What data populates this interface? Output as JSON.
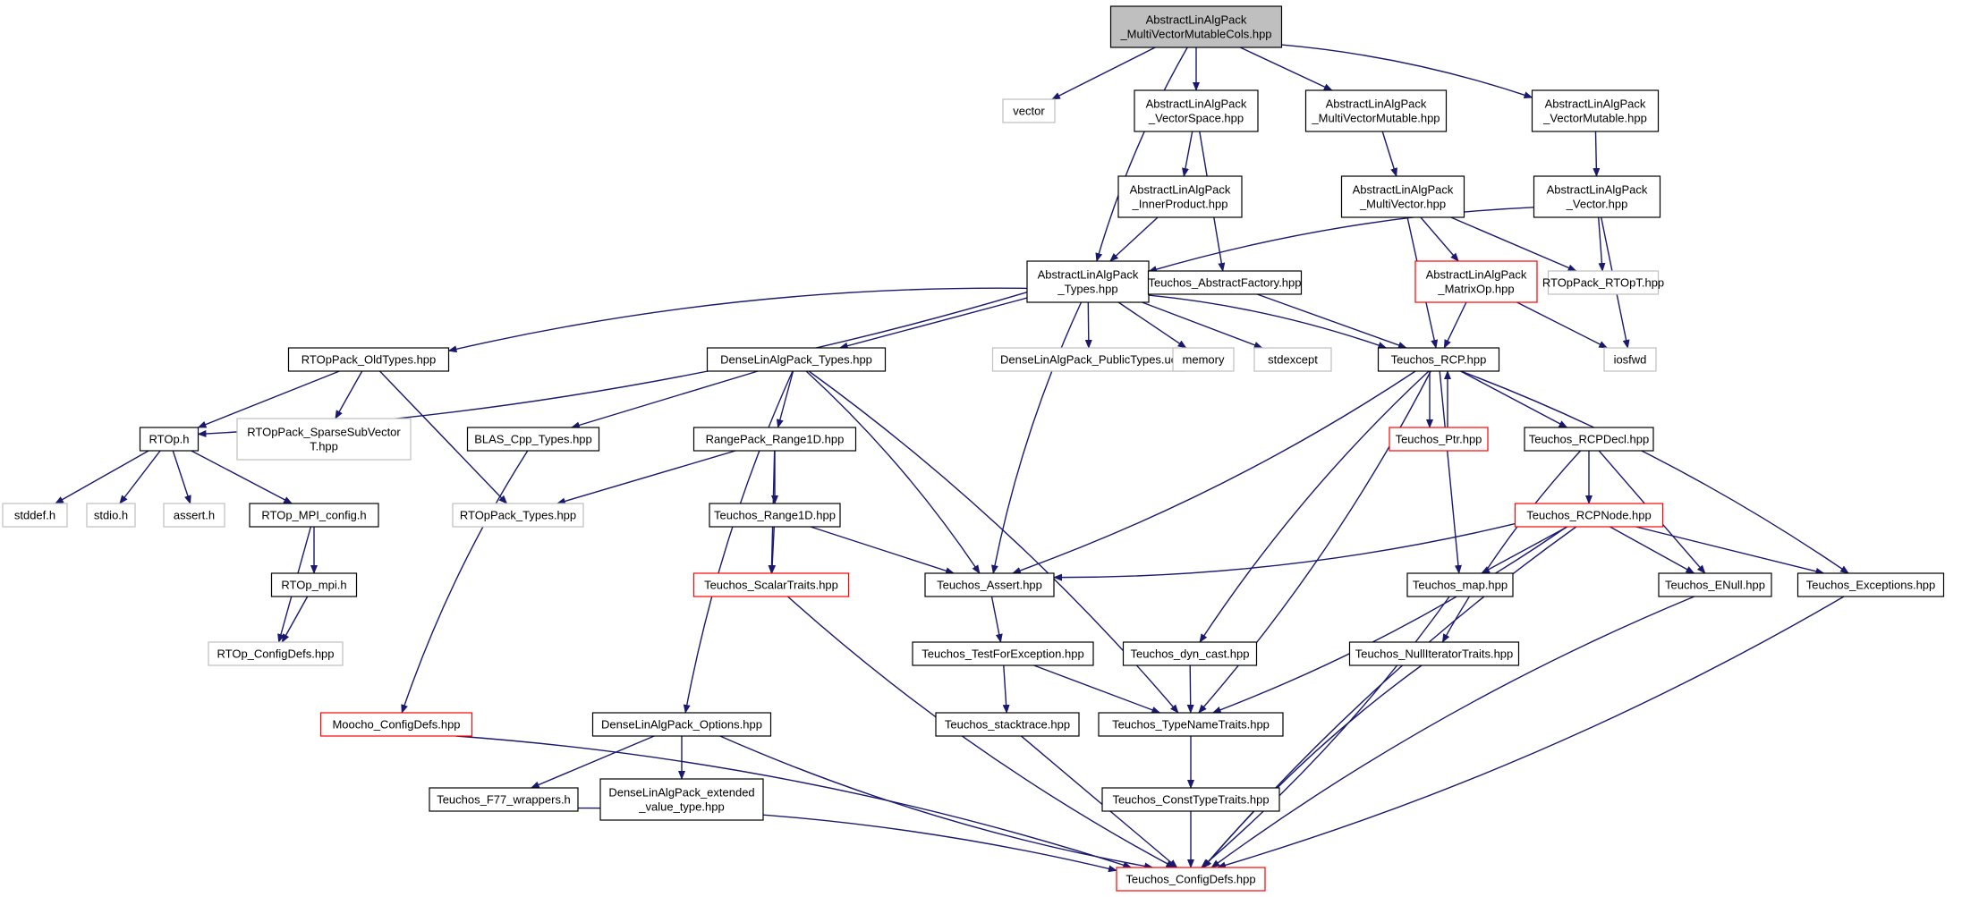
{
  "colors": {
    "edge": "#191970",
    "border_normal": "#000000",
    "border_external": "#bfbfbf",
    "border_truncated": "#ff0000",
    "fill_root": "#bfbfbf",
    "fill_normal": "#ffffff"
  },
  "nodes": [
    {
      "id": "root",
      "lines": [
        "AbstractLinAlgPack",
        "_MultiVectorMutableCols.hpp"
      ],
      "style": "root"
    },
    {
      "id": "vector",
      "lines": [
        "vector"
      ],
      "style": "external"
    },
    {
      "id": "vs",
      "lines": [
        "AbstractLinAlgPack",
        "_VectorSpace.hpp"
      ],
      "style": "normal"
    },
    {
      "id": "mvm",
      "lines": [
        "AbstractLinAlgPack",
        "_MultiVectorMutable.hpp"
      ],
      "style": "normal"
    },
    {
      "id": "vm",
      "lines": [
        "AbstractLinAlgPack",
        "_VectorMutable.hpp"
      ],
      "style": "normal"
    },
    {
      "id": "ip",
      "lines": [
        "AbstractLinAlgPack",
        "_InnerProduct.hpp"
      ],
      "style": "normal"
    },
    {
      "id": "mv",
      "lines": [
        "AbstractLinAlgPack",
        "_MultiVector.hpp"
      ],
      "style": "normal"
    },
    {
      "id": "vec",
      "lines": [
        "AbstractLinAlgPack",
        "_Vector.hpp"
      ],
      "style": "normal"
    },
    {
      "id": "types",
      "lines": [
        "AbstractLinAlgPack",
        "_Types.hpp"
      ],
      "style": "normal"
    },
    {
      "id": "af",
      "lines": [
        "Teuchos_AbstractFactory.hpp"
      ],
      "style": "normal"
    },
    {
      "id": "mop",
      "lines": [
        "AbstractLinAlgPack",
        "_MatrixOp.hpp"
      ],
      "style": "truncated"
    },
    {
      "id": "rtopt",
      "lines": [
        "RTOpPack_RTOpT.hpp"
      ],
      "style": "external"
    },
    {
      "id": "oldtypes",
      "lines": [
        "RTOpPack_OldTypes.hpp"
      ],
      "style": "normal"
    },
    {
      "id": "dlatypes",
      "lines": [
        "DenseLinAlgPack_Types.hpp"
      ],
      "style": "normal"
    },
    {
      "id": "pubtypes",
      "lines": [
        "DenseLinAlgPack_PublicTypes.ud"
      ],
      "style": "external"
    },
    {
      "id": "memory",
      "lines": [
        "memory"
      ],
      "style": "external"
    },
    {
      "id": "stdexcept",
      "lines": [
        "stdexcept"
      ],
      "style": "external"
    },
    {
      "id": "rcp",
      "lines": [
        "Teuchos_RCP.hpp"
      ],
      "style": "normal"
    },
    {
      "id": "iosfwd",
      "lines": [
        "iosfwd"
      ],
      "style": "external"
    },
    {
      "id": "rtoph",
      "lines": [
        "RTOp.h"
      ],
      "style": "normal"
    },
    {
      "id": "ssv",
      "lines": [
        "RTOpPack_SparseSubVector",
        "T.hpp"
      ],
      "style": "external"
    },
    {
      "id": "blas",
      "lines": [
        "BLAS_Cpp_Types.hpp"
      ],
      "style": "normal"
    },
    {
      "id": "range",
      "lines": [
        "RangePack_Range1D.hpp"
      ],
      "style": "normal"
    },
    {
      "id": "ptr",
      "lines": [
        "Teuchos_Ptr.hpp"
      ],
      "style": "truncated"
    },
    {
      "id": "rcpdecl",
      "lines": [
        "Teuchos_RCPDecl.hpp"
      ],
      "style": "normal"
    },
    {
      "id": "stddef",
      "lines": [
        "stddef.h"
      ],
      "style": "external"
    },
    {
      "id": "stdio",
      "lines": [
        "stdio.h"
      ],
      "style": "external"
    },
    {
      "id": "assert",
      "lines": [
        "assert.h"
      ],
      "style": "external"
    },
    {
      "id": "mpiconfig",
      "lines": [
        "RTOp_MPI_config.h"
      ],
      "style": "normal"
    },
    {
      "id": "rtoptypes",
      "lines": [
        "RTOpPack_Types.hpp"
      ],
      "style": "external"
    },
    {
      "id": "trange",
      "lines": [
        "Teuchos_Range1D.hpp"
      ],
      "style": "normal"
    },
    {
      "id": "rcpnode",
      "lines": [
        "Teuchos_RCPNode.hpp"
      ],
      "style": "truncated"
    },
    {
      "id": "rtopmpi",
      "lines": [
        "RTOp_mpi.h"
      ],
      "style": "normal"
    },
    {
      "id": "scalar",
      "lines": [
        "Teuchos_ScalarTraits.hpp"
      ],
      "style": "truncated"
    },
    {
      "id": "tassert",
      "lines": [
        "Teuchos_Assert.hpp"
      ],
      "style": "normal"
    },
    {
      "id": "map",
      "lines": [
        "Teuchos_map.hpp"
      ],
      "style": "normal"
    },
    {
      "id": "enull",
      "lines": [
        "Teuchos_ENull.hpp"
      ],
      "style": "normal"
    },
    {
      "id": "exceptions",
      "lines": [
        "Teuchos_Exceptions.hpp"
      ],
      "style": "normal"
    },
    {
      "id": "configdefs_rtop",
      "lines": [
        "RTOp_ConfigDefs.hpp"
      ],
      "style": "external"
    },
    {
      "id": "tfe",
      "lines": [
        "Teuchos_TestForException.hpp"
      ],
      "style": "normal"
    },
    {
      "id": "dyncast",
      "lines": [
        "Teuchos_dyn_cast.hpp"
      ],
      "style": "normal"
    },
    {
      "id": "nullit",
      "lines": [
        "Teuchos_NullIteratorTraits.hpp"
      ],
      "style": "normal"
    },
    {
      "id": "moocho",
      "lines": [
        "Moocho_ConfigDefs.hpp"
      ],
      "style": "truncated"
    },
    {
      "id": "options",
      "lines": [
        "DenseLinAlgPack_Options.hpp"
      ],
      "style": "normal"
    },
    {
      "id": "stacktrace",
      "lines": [
        "Teuchos_stacktrace.hpp"
      ],
      "style": "normal"
    },
    {
      "id": "typename",
      "lines": [
        "Teuchos_TypeNameTraits.hpp"
      ],
      "style": "normal"
    },
    {
      "id": "f77",
      "lines": [
        "Teuchos_F77_wrappers.h"
      ],
      "style": "normal"
    },
    {
      "id": "extval",
      "lines": [
        "DenseLinAlgPack_extended",
        "_value_type.hpp"
      ],
      "style": "normal"
    },
    {
      "id": "consttype",
      "lines": [
        "Teuchos_ConstTypeTraits.hpp"
      ],
      "style": "normal"
    },
    {
      "id": "tconfig",
      "lines": [
        "Teuchos_ConfigDefs.hpp"
      ],
      "style": "truncated"
    }
  ],
  "edges": [
    [
      "root",
      "vector"
    ],
    [
      "root",
      "vs"
    ],
    [
      "root",
      "mvm"
    ],
    [
      "root",
      "vm"
    ],
    [
      "root",
      "types"
    ],
    [
      "vs",
      "ip"
    ],
    [
      "vs",
      "af"
    ],
    [
      "mvm",
      "mv"
    ],
    [
      "vm",
      "vec"
    ],
    [
      "ip",
      "types"
    ],
    [
      "vec",
      "types"
    ],
    [
      "vec",
      "rtopt"
    ],
    [
      "vec",
      "iosfwd"
    ],
    [
      "mv",
      "mop"
    ],
    [
      "mv",
      "rtopt"
    ],
    [
      "mv",
      "rcp"
    ],
    [
      "mop",
      "rcp"
    ],
    [
      "mop",
      "iosfwd"
    ],
    [
      "af",
      "rcp"
    ],
    [
      "types",
      "rtoph"
    ],
    [
      "types",
      "oldtypes"
    ],
    [
      "types",
      "dlatypes"
    ],
    [
      "types",
      "pubtypes"
    ],
    [
      "types",
      "memory"
    ],
    [
      "types",
      "stdexcept"
    ],
    [
      "types",
      "rcp"
    ],
    [
      "types",
      "tassert"
    ],
    [
      "oldtypes",
      "rtoph"
    ],
    [
      "oldtypes",
      "ssv"
    ],
    [
      "oldtypes",
      "rtoptypes"
    ],
    [
      "rtoph",
      "stddef"
    ],
    [
      "rtoph",
      "stdio"
    ],
    [
      "rtoph",
      "assert"
    ],
    [
      "rtoph",
      "mpiconfig"
    ],
    [
      "mpiconfig",
      "rtopmpi"
    ],
    [
      "mpiconfig",
      "configdefs_rtop"
    ],
    [
      "rtopmpi",
      "configdefs_rtop"
    ],
    [
      "dlatypes",
      "blas"
    ],
    [
      "dlatypes",
      "range"
    ],
    [
      "dlatypes",
      "tassert"
    ],
    [
      "dlatypes",
      "options"
    ],
    [
      "dlatypes",
      "typename"
    ],
    [
      "blas",
      "moocho"
    ],
    [
      "range",
      "rtoptypes"
    ],
    [
      "range",
      "trange"
    ],
    [
      "range",
      "scalar"
    ],
    [
      "trange",
      "scalar"
    ],
    [
      "trange",
      "tassert"
    ],
    [
      "rcp",
      "ptr"
    ],
    [
      "ptr",
      "rcp"
    ],
    [
      "rcp",
      "rcpdecl"
    ],
    [
      "rcp",
      "tassert"
    ],
    [
      "rcp",
      "dyncast"
    ],
    [
      "rcp",
      "typename"
    ],
    [
      "rcp",
      "map"
    ],
    [
      "rcp",
      "exceptions"
    ],
    [
      "rcpdecl",
      "rcpnode"
    ],
    [
      "rcpdecl",
      "enull"
    ],
    [
      "rcpdecl",
      "nullit"
    ],
    [
      "rcpnode",
      "tassert"
    ],
    [
      "rcpnode",
      "map"
    ],
    [
      "rcpnode",
      "enull"
    ],
    [
      "rcpnode",
      "exceptions"
    ],
    [
      "rcpnode",
      "typename"
    ],
    [
      "rcpnode",
      "tconfig"
    ],
    [
      "tassert",
      "tfe"
    ],
    [
      "tfe",
      "stacktrace"
    ],
    [
      "tfe",
      "typename"
    ],
    [
      "dyncast",
      "typename"
    ],
    [
      "typename",
      "consttype"
    ],
    [
      "scalar",
      "tconfig"
    ],
    [
      "map",
      "tconfig"
    ],
    [
      "enull",
      "tconfig"
    ],
    [
      "exceptions",
      "tconfig"
    ],
    [
      "nullit",
      "tconfig"
    ],
    [
      "stacktrace",
      "tconfig"
    ],
    [
      "consttype",
      "tconfig"
    ],
    [
      "moocho",
      "tconfig"
    ],
    [
      "options",
      "f77"
    ],
    [
      "options",
      "extval"
    ],
    [
      "options",
      "tconfig"
    ],
    [
      "f77",
      "tconfig"
    ]
  ]
}
